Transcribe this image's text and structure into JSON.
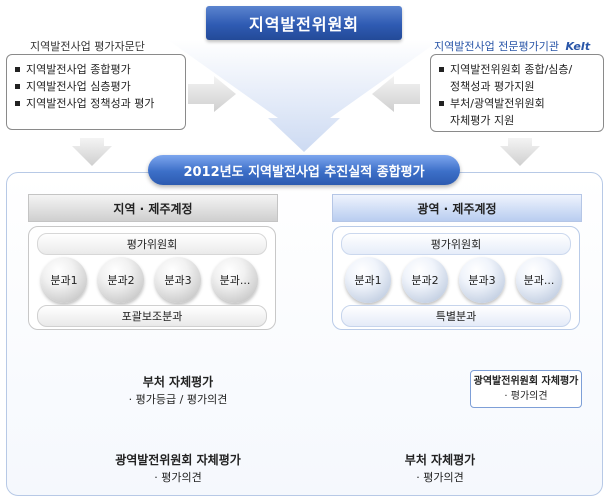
{
  "top": {
    "title": "지역발전위원회"
  },
  "left_panel": {
    "caption": "지역발전사업 평가자문단",
    "items": [
      "지역발전사업 종합평가",
      "지역발전사업 심층평가",
      "지역발전사업 정책성과 평가"
    ]
  },
  "right_panel": {
    "caption": "지역발전사업 전문평가기관",
    "logo": "KeIt",
    "item1": [
      "지역발전위원회 종합/심층/",
      "정책성과 평가지원"
    ],
    "item2": [
      "부처/광역발전위원회",
      "자체평가 지원"
    ]
  },
  "banner": "2012년도 지역발전사업 추진실적 종합평가",
  "left_column": {
    "header": "지역 · 제주계정",
    "committee": "평가위원회",
    "subcommittees": [
      "분과1",
      "분과2",
      "분과3",
      "분과..."
    ],
    "bottom_pill": "포괄보조분과",
    "mid_title": "부처 자체평가",
    "mid_sub": "· 평가등급 / 평가의견",
    "bottom_title": "광역발전위원회 자체평가",
    "bottom_sub": "· 평가의견"
  },
  "right_column": {
    "header": "광역 · 제주계정",
    "committee": "평가위원회",
    "subcommittees": [
      "분과1",
      "분과2",
      "분과3",
      "분과..."
    ],
    "bottom_pill": "특별분과",
    "side_title": "광역발전위원회 자체평가",
    "side_sub": "· 평가의견",
    "bottom_title": "부처 자체평가",
    "bottom_sub": "· 평가의견"
  }
}
